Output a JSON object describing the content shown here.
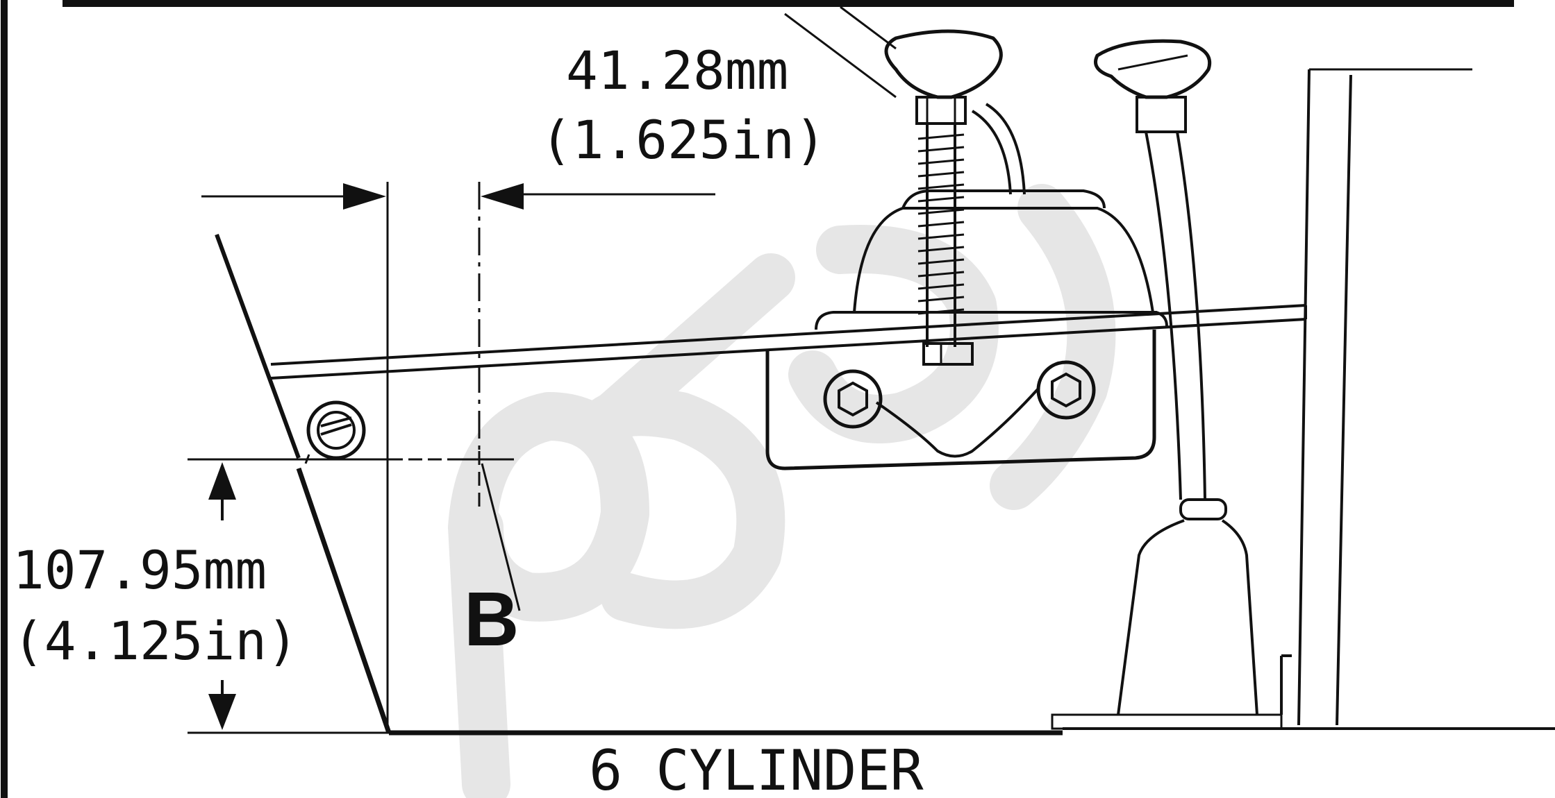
{
  "dimensions": {
    "horizontal": {
      "metric": "41.28mm",
      "imperial": "(1.625in)"
    },
    "vertical": {
      "metric": "107.95mm",
      "imperial": "(4.125in)"
    }
  },
  "callout": {
    "label": "B"
  },
  "caption": "6 CYLINDER",
  "colors": {
    "ink": "#111111",
    "watermark": "#e6e6e6",
    "background": "#ffffff"
  }
}
